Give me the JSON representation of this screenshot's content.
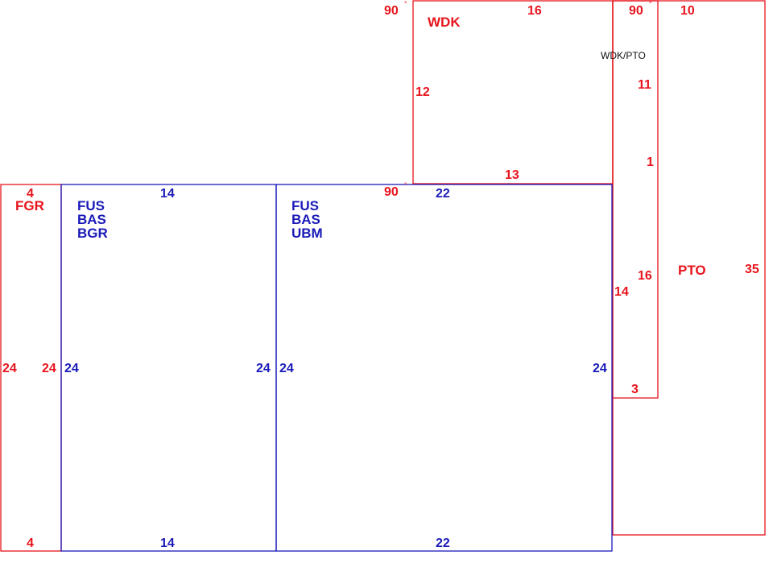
{
  "colors": {
    "red": "#e8141c",
    "blue": "#1a1ab8",
    "black": "#111111"
  },
  "areas": {
    "fgr": {
      "name": "FGR",
      "top": "4",
      "bottom": "4",
      "left": "24",
      "right": "24"
    },
    "bgr": {
      "lines": [
        "FUS",
        "BAS",
        "BGR"
      ],
      "top": "14",
      "bottom": "14",
      "left": "24",
      "right": "24"
    },
    "ubm": {
      "lines": [
        "FUS",
        "BAS",
        "UBM"
      ],
      "top": "22",
      "bottom": "22",
      "left": "24",
      "right": "24"
    },
    "wdk": {
      "name": "WDK",
      "angle": "90",
      "top": "16",
      "left": "12",
      "bottom": "13",
      "bottom_left_angle": "90"
    },
    "wdk_pto": {
      "name": "WDK/PTO",
      "angle": "90",
      "right_upper": "11",
      "mid": "1",
      "right_lower": "16",
      "left_lower": "14",
      "bottom": "3"
    },
    "pto": {
      "name": "PTO",
      "top": "10",
      "right": "35"
    }
  },
  "degree_symbol": "°"
}
